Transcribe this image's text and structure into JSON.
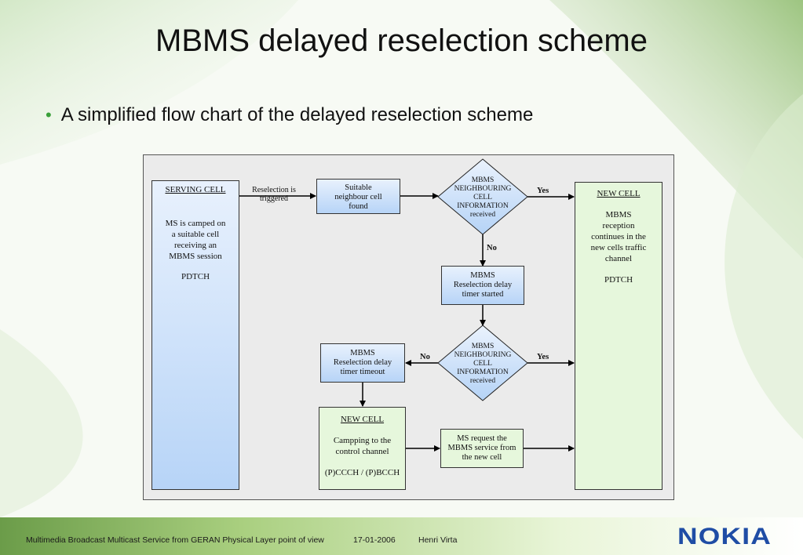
{
  "slide": {
    "title": "MBMS delayed reselection scheme",
    "bullet": "A simplified flow chart of the delayed reselection scheme"
  },
  "diagram": {
    "serving_cell": {
      "heading": "SERVING CELL",
      "line1": "MS is camped on",
      "line2": "a suitable cell",
      "line3": "receiving an",
      "line4": "MBMS session",
      "channel": "PDTCH"
    },
    "reselection_label": {
      "line1": "Reselection is",
      "line2": "triggered"
    },
    "suitable_cell": {
      "line1": "Suitable",
      "line2": "neighbour cell",
      "line3": "found"
    },
    "decision1": {
      "line1": "MBMS",
      "line2": "NEIGHBOURING",
      "line3": "CELL",
      "line4": "INFORMATION",
      "line5": "received"
    },
    "decision1_yes": "Yes",
    "decision1_no": "No",
    "delay_started": {
      "line1": "MBMS",
      "line2": "Reselection delay",
      "line3": "timer started"
    },
    "decision2": {
      "line1": "MBMS",
      "line2": "NEIGHBOURING",
      "line3": "CELL",
      "line4": "INFORMATION",
      "line5": "received"
    },
    "decision2_yes": "Yes",
    "decision2_no": "No",
    "delay_timeout": {
      "line1": "MBMS",
      "line2": "Reselection delay",
      "line3": "timer timeout"
    },
    "new_cell_camping": {
      "heading": "NEW CELL",
      "line1": "Campping to the",
      "line2": "control channel",
      "channel": "(P)CCCH / (P)BCCH"
    },
    "ms_request": {
      "line1": "MS request the",
      "line2": "MBMS service from",
      "line3": "the new cell"
    },
    "new_cell_reception": {
      "heading": "NEW CELL",
      "line1": "MBMS",
      "line2": "reception",
      "line3": "continues in the",
      "line4": "new cells traffic",
      "line5": "channel",
      "channel": "PDTCH"
    }
  },
  "footer": {
    "caption": "Multimedia Broadcast Multicast Service  from GERAN Physical Layer point of view",
    "date": "17-01-2006",
    "author": "Henri Virta",
    "logo": "NOKIA"
  },
  "colors": {
    "bullet": "#3aa03a",
    "logo": "#1f4da5",
    "blue_box": "#b7d4f7",
    "green_box": "#e6f7dc"
  }
}
